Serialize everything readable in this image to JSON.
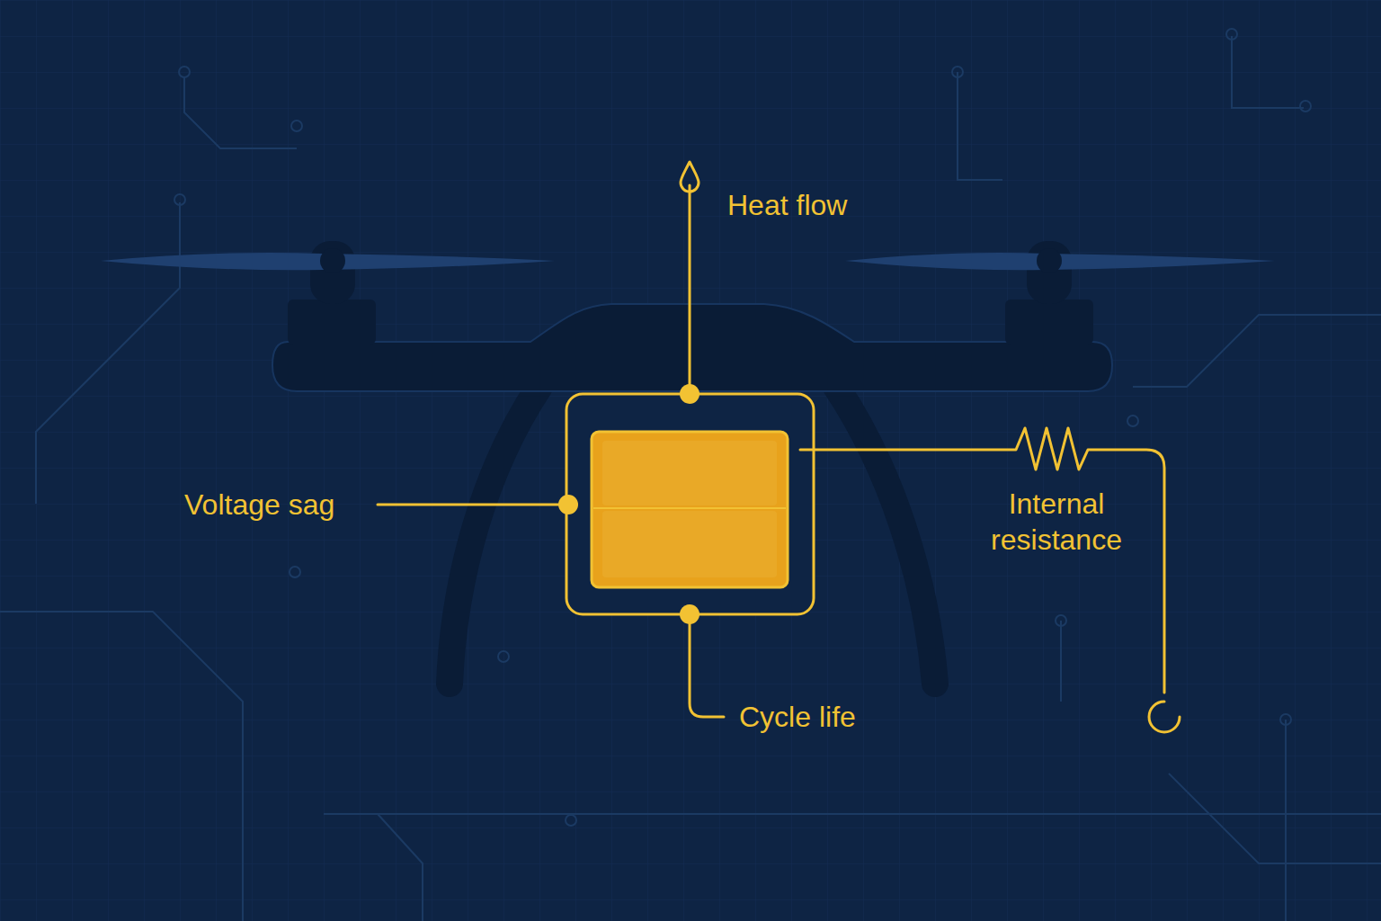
{
  "diagram": {
    "labels": [
      "Heat flow",
      "Voltage sag",
      "Internal resistance",
      "Cycle life"
    ]
  }
}
